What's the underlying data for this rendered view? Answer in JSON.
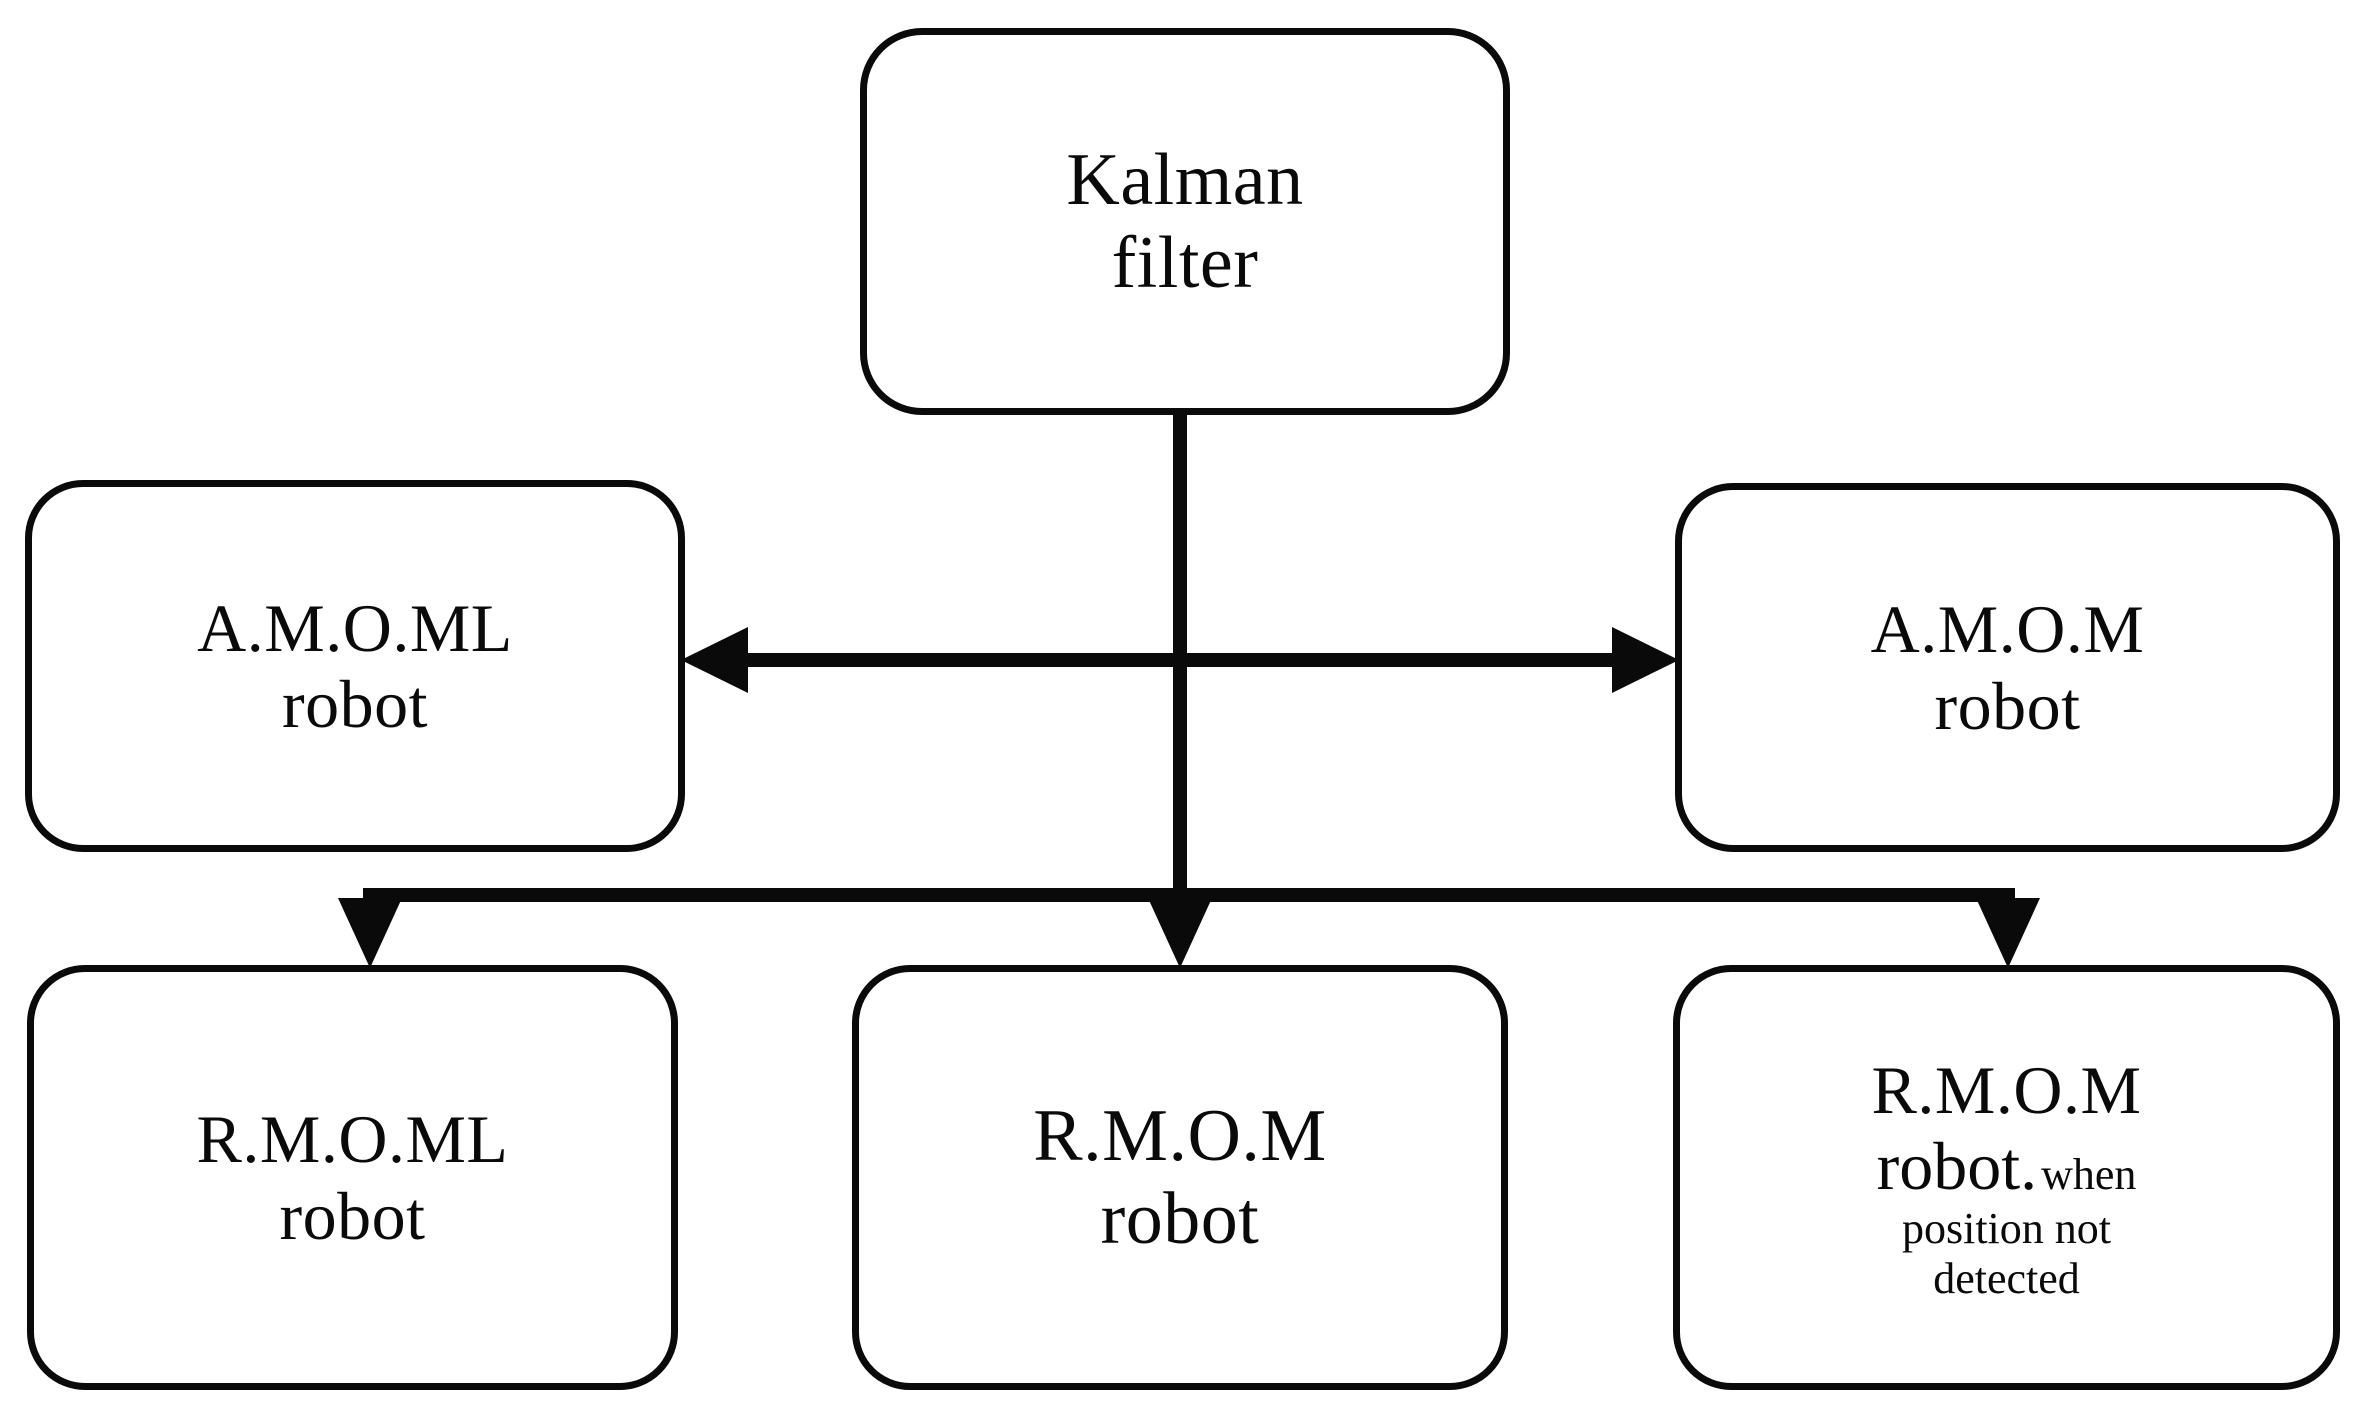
{
  "diagram": {
    "title": "Kalman filter robot categories",
    "background_color": "#ffffff",
    "stroke_color": "#0a0a0a",
    "nodes": {
      "kalman": {
        "line1": "Kalman",
        "line2": "filter"
      },
      "amoml": {
        "line1": "A.M.O.ML",
        "line2": "robot"
      },
      "amom": {
        "line1": "A.M.O.M",
        "line2": "robot"
      },
      "rmoml": {
        "line1": "R.M.O.ML",
        "line2": "robot"
      },
      "rmom": {
        "line1": "R.M.O.M",
        "line2": "robot"
      },
      "rmom_nopos": {
        "line1": "R.M.O.M",
        "line2_big": "robot.",
        "line2_small": "when",
        "line3": "position not",
        "line4": "detected"
      }
    },
    "edges": [
      {
        "name": "kalman-trunk",
        "from": "kalman",
        "to": "rmom",
        "style": "solid",
        "arrow": "end"
      },
      {
        "name": "amoml-amom-bidirectional",
        "from": "amoml",
        "to": "amom",
        "style": "solid",
        "arrow": "both"
      },
      {
        "name": "fork-to-rmoml",
        "from": "kalman-trunk",
        "to": "rmoml",
        "style": "solid",
        "arrow": "end"
      },
      {
        "name": "fork-to-rmom-nopos",
        "from": "kalman-trunk",
        "to": "rmom_nopos",
        "style": "solid",
        "arrow": "end"
      }
    ]
  }
}
